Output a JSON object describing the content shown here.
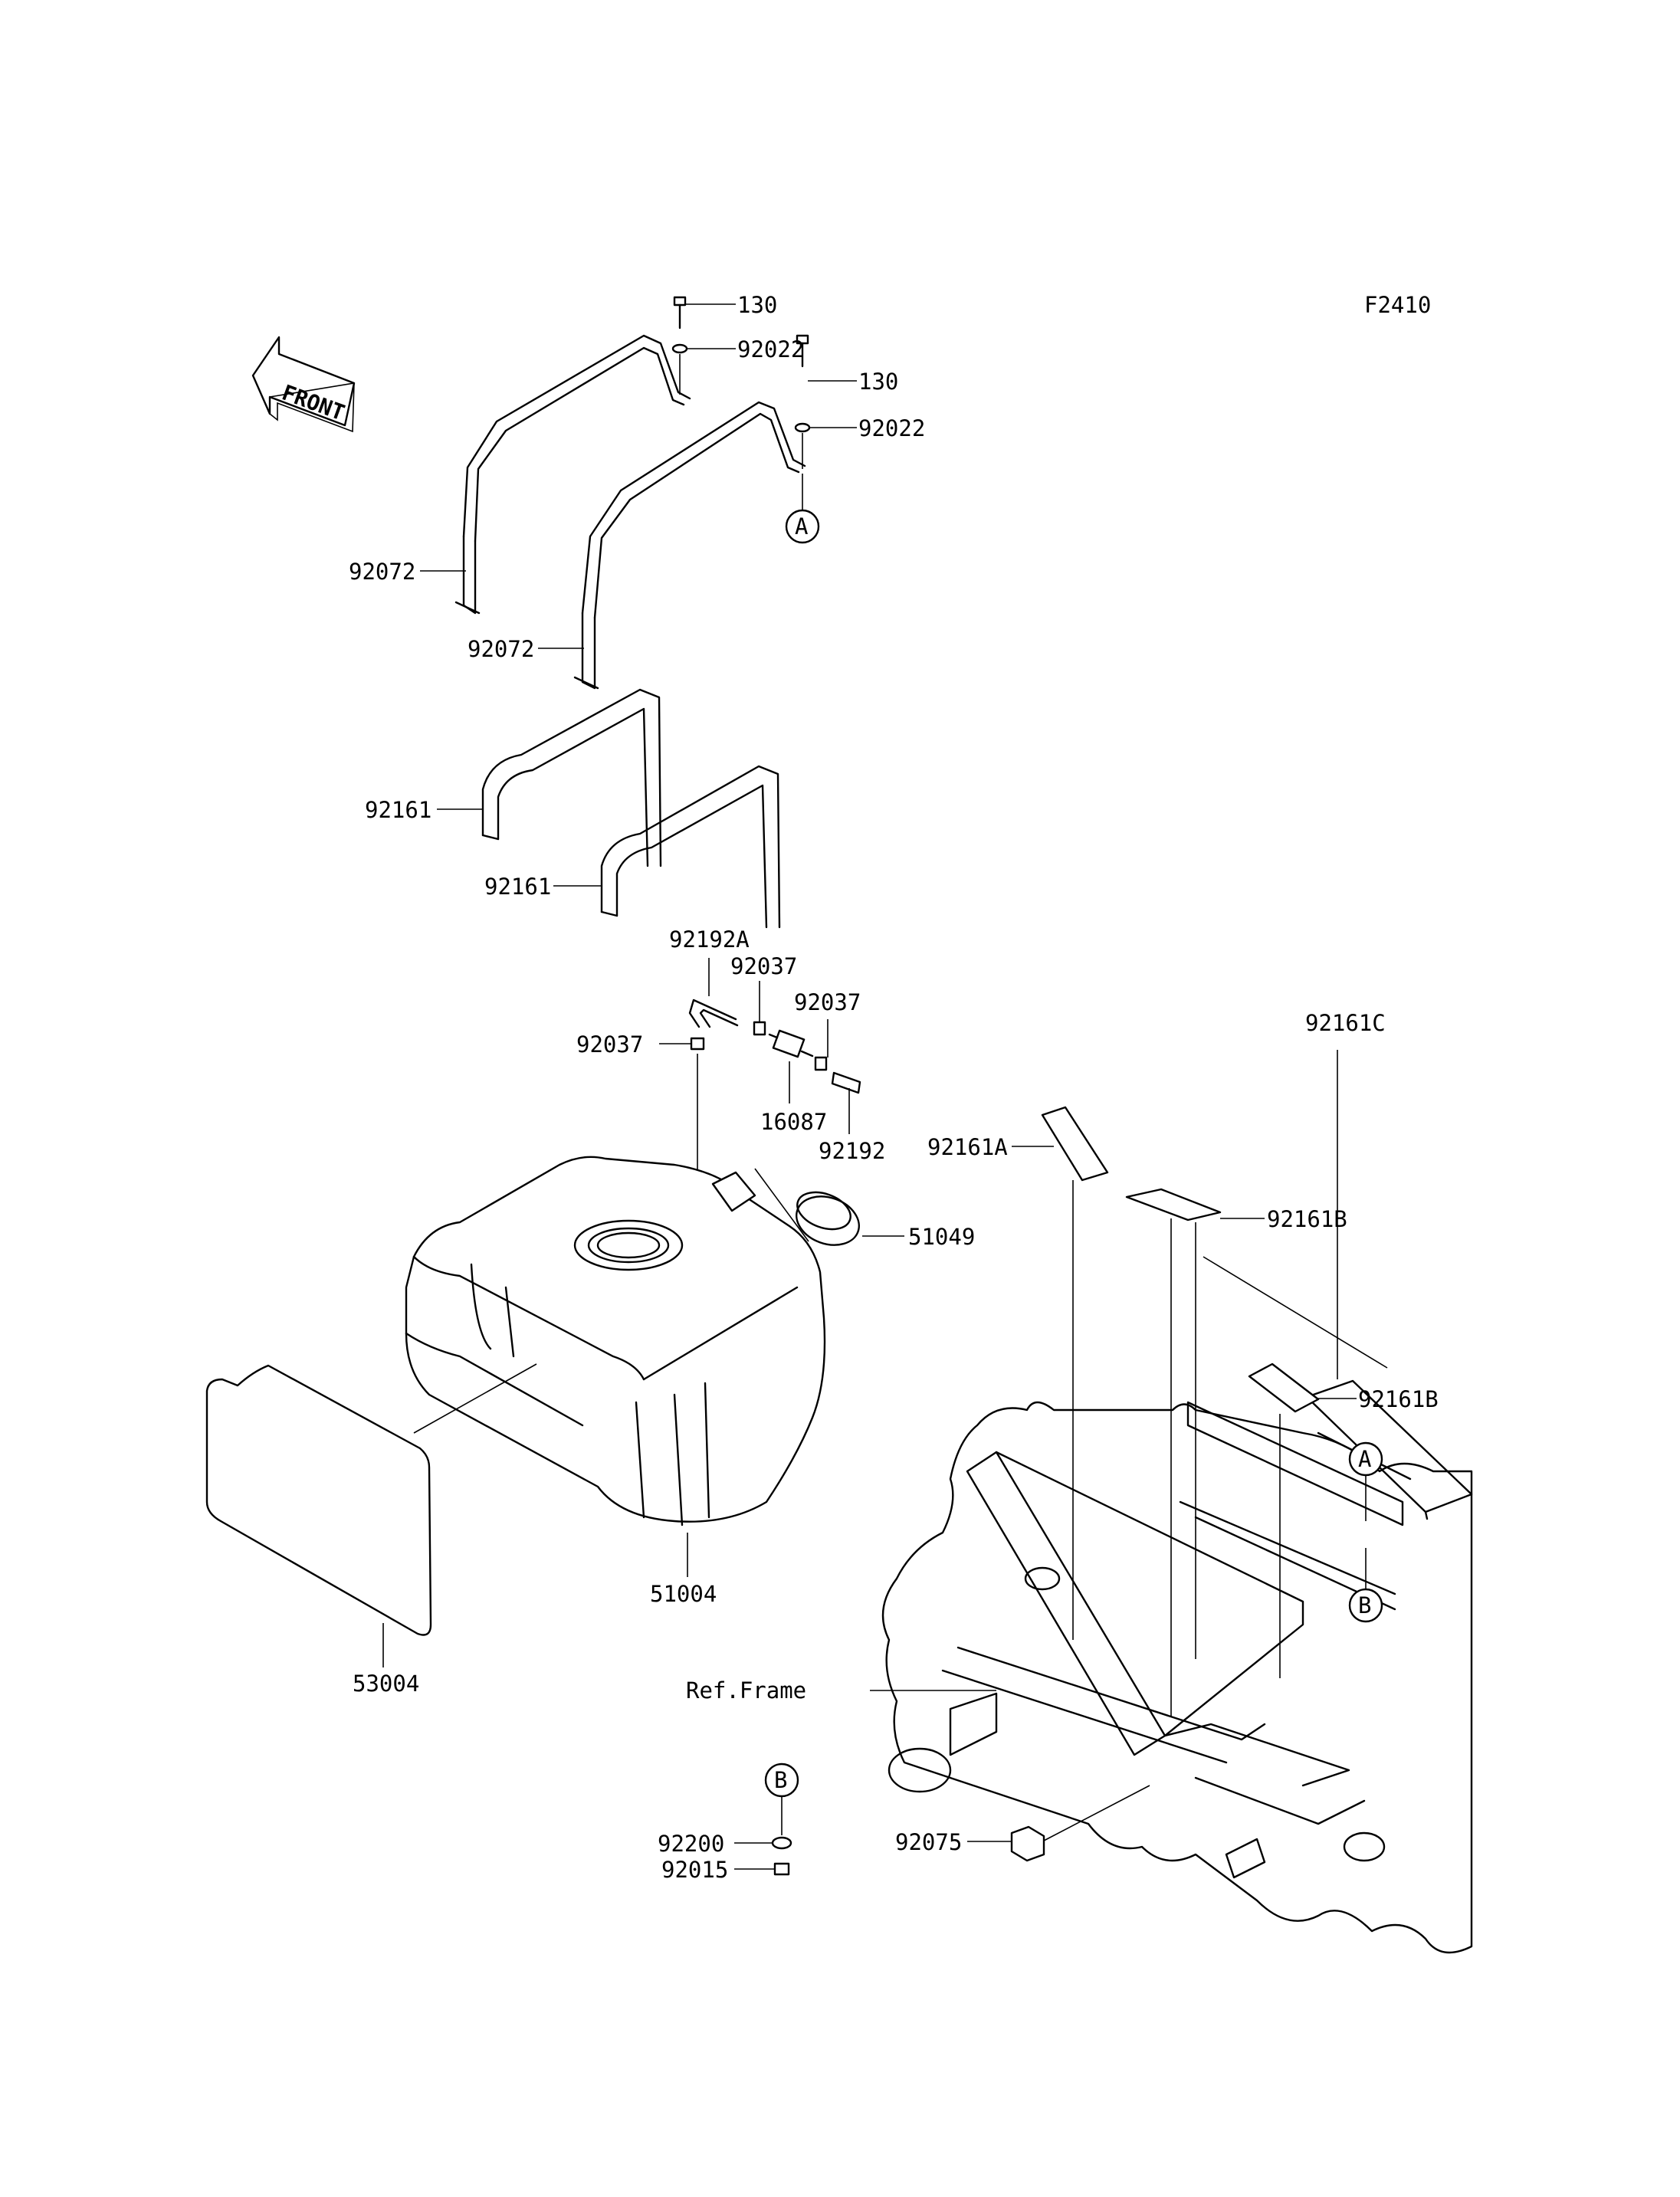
{
  "figure_code": "F2410",
  "front_marker": "FRONT",
  "callout_letters": {
    "a": "A",
    "b": "B"
  },
  "labels": {
    "bolt_1": "130",
    "washer_1": "92022",
    "bolt_2": "130",
    "washer_2": "92022",
    "band_1": "92072",
    "band_2": "92072",
    "pad_1": "92161",
    "pad_2": "92161",
    "tube_a": "92192A",
    "clamp_1": "92037",
    "clamp_2": "92037",
    "clamp_3": "92037",
    "valve": "16087",
    "tube": "92192",
    "cap": "51049",
    "tank": "51004",
    "plate": "53004",
    "ref_frame": "Ref.Frame",
    "pad_c": "92161C",
    "pad_a": "92161A",
    "pad_b_1": "92161B",
    "pad_b_2": "92161B",
    "washer_b": "92200",
    "nut_b": "92015",
    "pad_small": "92075"
  }
}
